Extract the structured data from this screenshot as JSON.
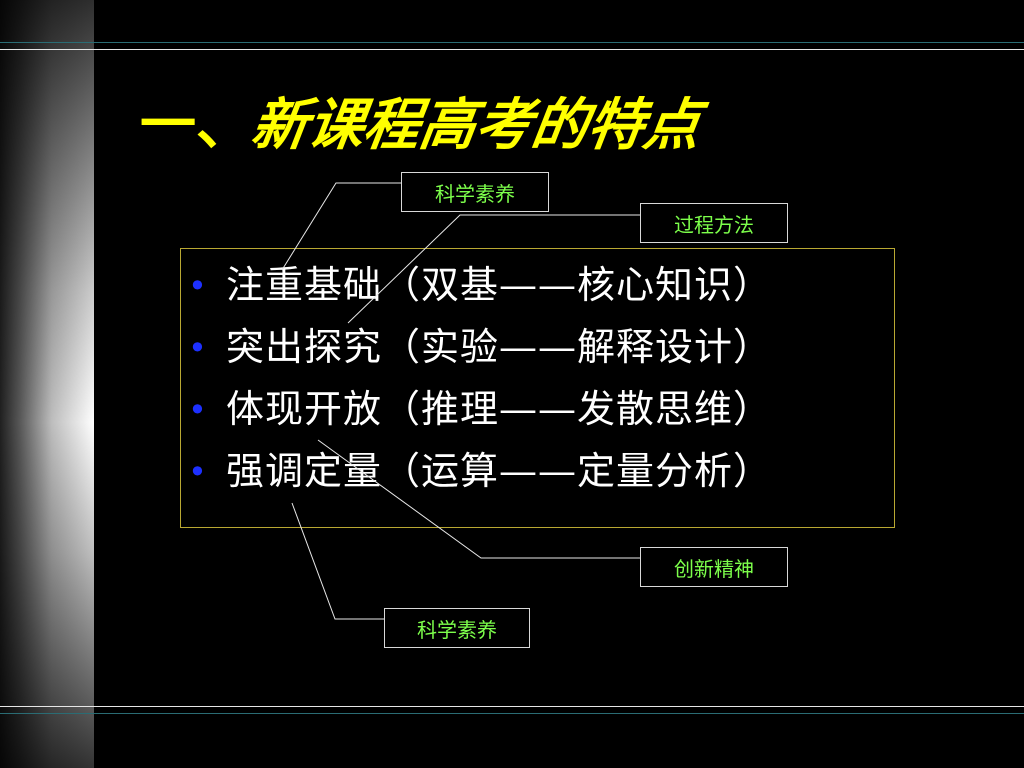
{
  "slide": {
    "title_number": "一、",
    "title_text": "新课程高考的特点",
    "bullets": [
      "注重基础（双基——核心知识）",
      "突出探究（实验——解释设计）",
      "体现开放（推理——发散思维）",
      "强调定量（运算——定量分析）"
    ],
    "bullet_marker": "•",
    "tags": [
      "科学素养",
      "过程方法",
      "创新精神",
      "科学素养"
    ]
  },
  "colors": {
    "background": "#000000",
    "title": "#ffff00",
    "body_text": "#ffffff",
    "bullet": "#1d30ff",
    "tag_text": "#7dff4b",
    "box_border": "#b9a832"
  }
}
